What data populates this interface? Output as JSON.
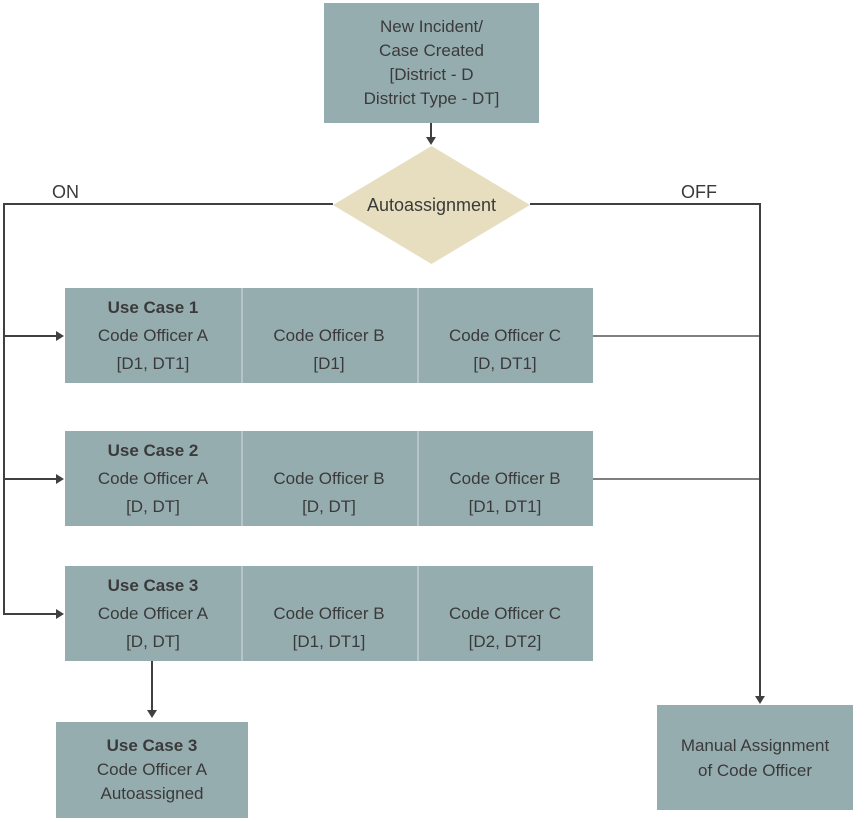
{
  "diagram": {
    "start": {
      "lines": [
        "New Incident/",
        "Case Created",
        "[District - D",
        "District Type - DT]"
      ]
    },
    "decision": {
      "label": "Autoassignment"
    },
    "branches": {
      "on": "ON",
      "off": "OFF"
    },
    "use_cases": [
      {
        "title": "Use Case 1",
        "officers": [
          {
            "name": "Code Officer A",
            "criteria": "[D1, DT1]"
          },
          {
            "name": "Code Officer B",
            "criteria": "[D1]"
          },
          {
            "name": "Code Officer C",
            "criteria": "[D, DT1]"
          }
        ]
      },
      {
        "title": "Use Case 2",
        "officers": [
          {
            "name": "Code Officer A",
            "criteria": "[D, DT]"
          },
          {
            "name": "Code Officer B",
            "criteria": "[D, DT]"
          },
          {
            "name": "Code Officer B",
            "criteria": "[D1, DT1]"
          }
        ]
      },
      {
        "title": "Use Case 3",
        "officers": [
          {
            "name": "Code Officer A",
            "criteria": "[D, DT]"
          },
          {
            "name": "Code Officer B",
            "criteria": "[D1, DT1]"
          },
          {
            "name": "Code Officer C",
            "criteria": "[D2, DT2]"
          }
        ]
      }
    ],
    "outcome_autoassigned": {
      "lines": [
        "Use Case 3",
        "Code Officer A",
        "Autoassigned"
      ]
    },
    "outcome_manual": {
      "lines": [
        "Manual Assignment",
        "of Code Officer"
      ]
    },
    "colors": {
      "node_fill": "#96adb0",
      "decision_fill": "#e6debf",
      "line": "#404040",
      "connector": "#7f7f7f",
      "text": "#3a3a3a"
    }
  }
}
